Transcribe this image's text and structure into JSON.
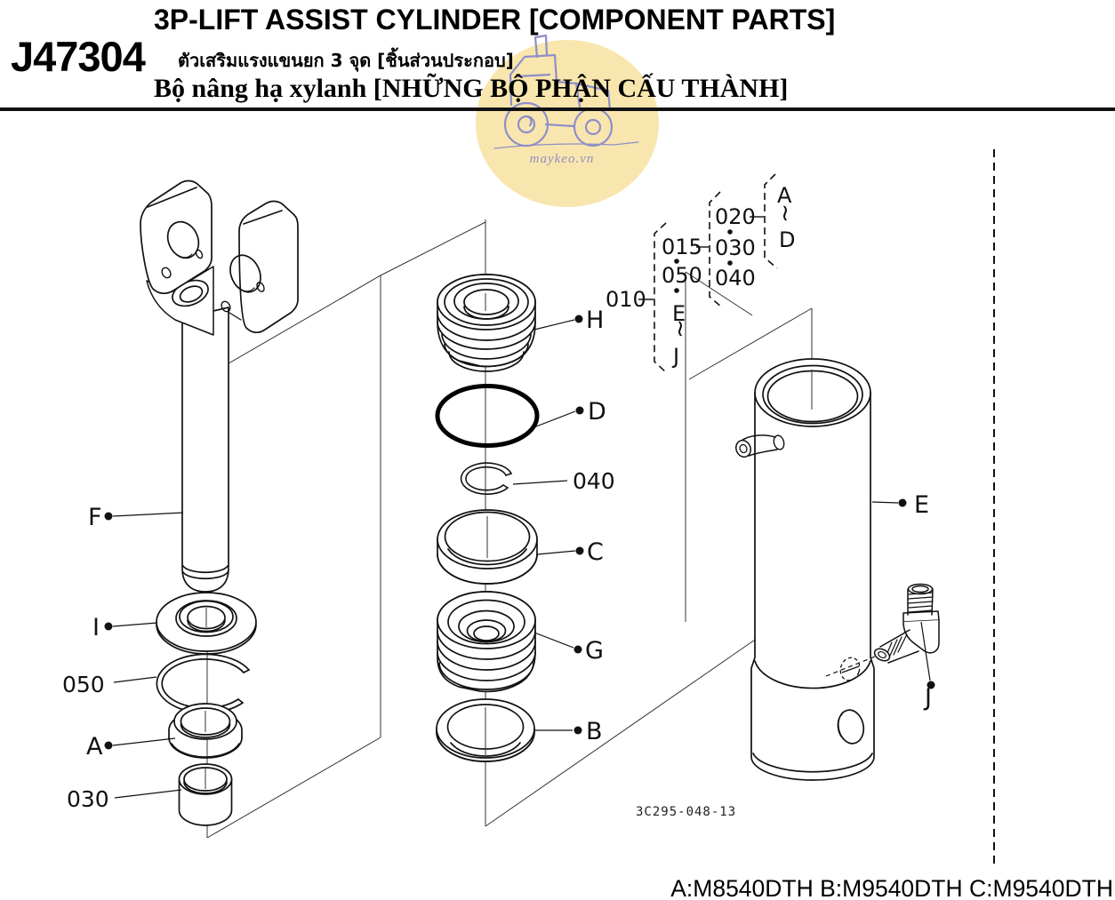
{
  "header": {
    "page_code": "J47304",
    "title_en": "3P-LIFT ASSIST CYLINDER [COMPONENT PARTS]",
    "title_th": "ตัวเสริมแรงแขนยก 3 จุด [ชิ้นส่วนประกอบ]",
    "title_vi": "Bộ nâng hạ xylanh [NHỮNG BỘ PHẬN CẤU THÀNH]"
  },
  "watermark": {
    "text": "maykeo.vn",
    "circle_color": "#f8e6ae",
    "line_color": "#8e8ec9"
  },
  "part_labels": {
    "F": "F",
    "I": "I",
    "n050": "050",
    "A": "A",
    "n030": "030",
    "H": "H",
    "D": "D",
    "n040": "040",
    "C": "C",
    "G": "G",
    "B": "B",
    "E": "E",
    "J": "J"
  },
  "refs": {
    "n010": "010",
    "n015": "015",
    "n050b": "050",
    "rangeEJ_start": "E",
    "rangeEJ_end": "J",
    "n020": "020",
    "n030b": "030",
    "n040b": "040",
    "rangeAD_start": "A",
    "rangeAD_end": "D",
    "tilde": "~",
    "dot": "·"
  },
  "footer": {
    "drawing_number": "3C295-048-13",
    "models": "A:M8540DTH B:M9540DTH C:M9540DTH"
  }
}
